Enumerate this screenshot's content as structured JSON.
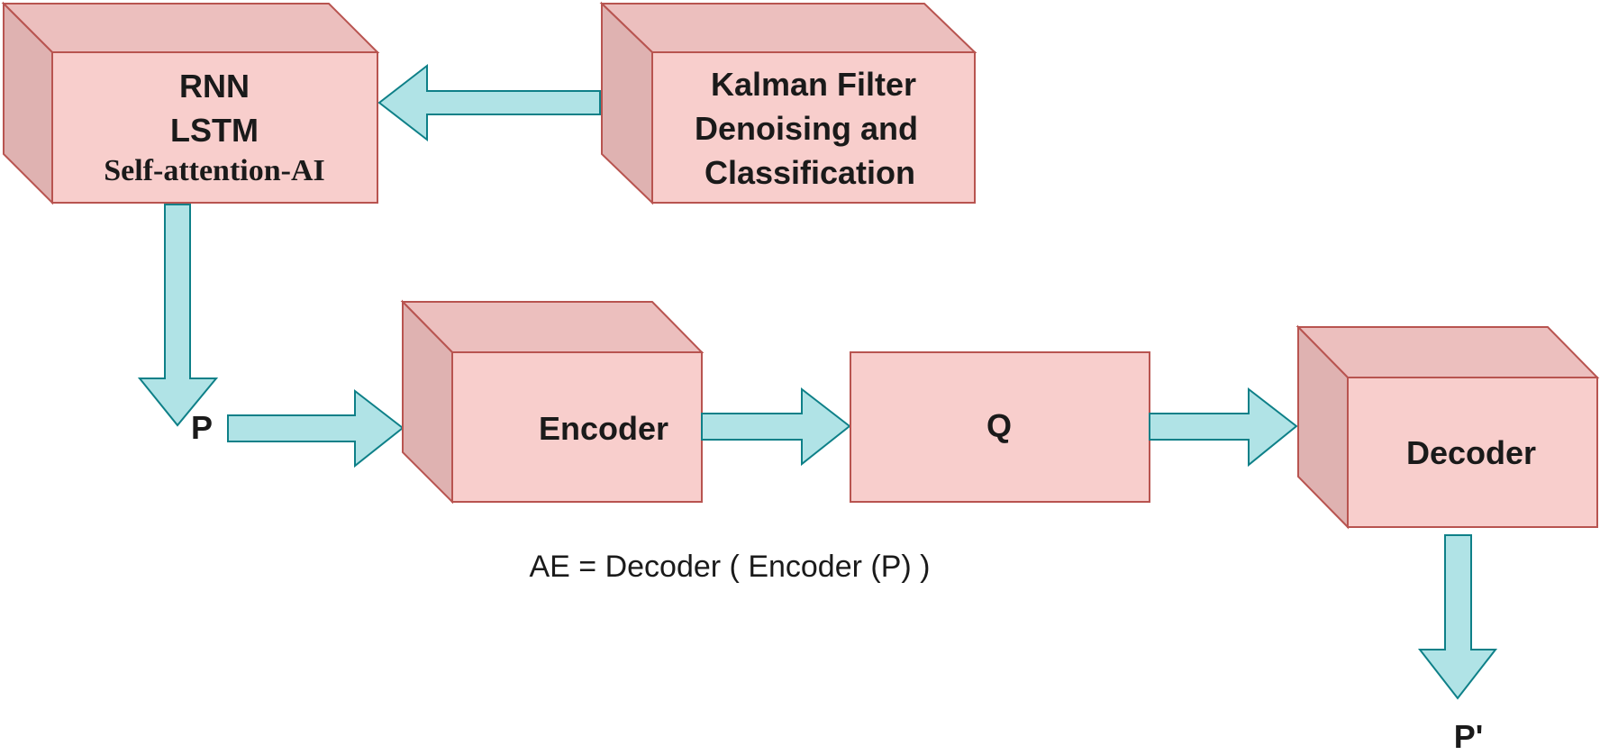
{
  "blocks": {
    "rnn": {
      "line1": "RNN",
      "line2": "LSTM",
      "line3": "Self-attention-AI"
    },
    "kalman": {
      "line1": "Kalman Filter",
      "line2": "Denoising and",
      "line3": "Classification"
    },
    "encoder": {
      "label": "Encoder"
    },
    "q": {
      "label": "Q"
    },
    "decoder": {
      "label": "Decoder"
    }
  },
  "signals": {
    "input": "P",
    "output": "P'"
  },
  "formula": "AE = Decoder ( Encoder (P) )",
  "colors": {
    "block_fill": "#f8cecc",
    "block_stroke": "#b85450",
    "arrow_fill": "#b0e3e6",
    "arrow_stroke": "#0e8088"
  }
}
